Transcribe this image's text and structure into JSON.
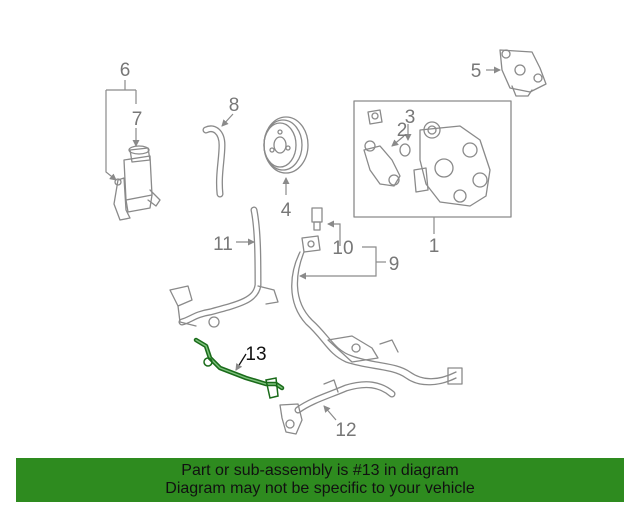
{
  "colors": {
    "highlight": "#1a6b1a",
    "banner": "#2e8b1f",
    "line": "#8a8a8a",
    "label": "#777777"
  },
  "labels": {
    "l1": "1",
    "l2": "2",
    "l3": "3",
    "l4": "4",
    "l5": "5",
    "l6": "6",
    "l7": "7",
    "l8": "8",
    "l9": "9",
    "l10": "10",
    "l11": "11",
    "l12": "12",
    "l13": "13"
  },
  "banner": {
    "line1": "Part or sub-assembly is #13 in diagram",
    "line2": "Diagram may not be specific to your vehicle"
  }
}
